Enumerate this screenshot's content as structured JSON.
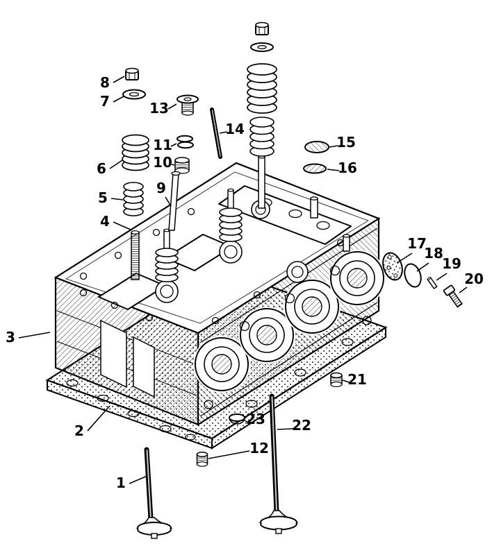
{
  "colors": {
    "ink": "#000000",
    "paper": "#ffffff"
  },
  "callouts": [
    "1",
    "2",
    "3",
    "4",
    "5",
    "6",
    "7",
    "8",
    "9",
    "10",
    "11",
    "12",
    "13",
    "14",
    "15",
    "16",
    "17",
    "18",
    "19",
    "20",
    "21",
    "22",
    "23"
  ]
}
